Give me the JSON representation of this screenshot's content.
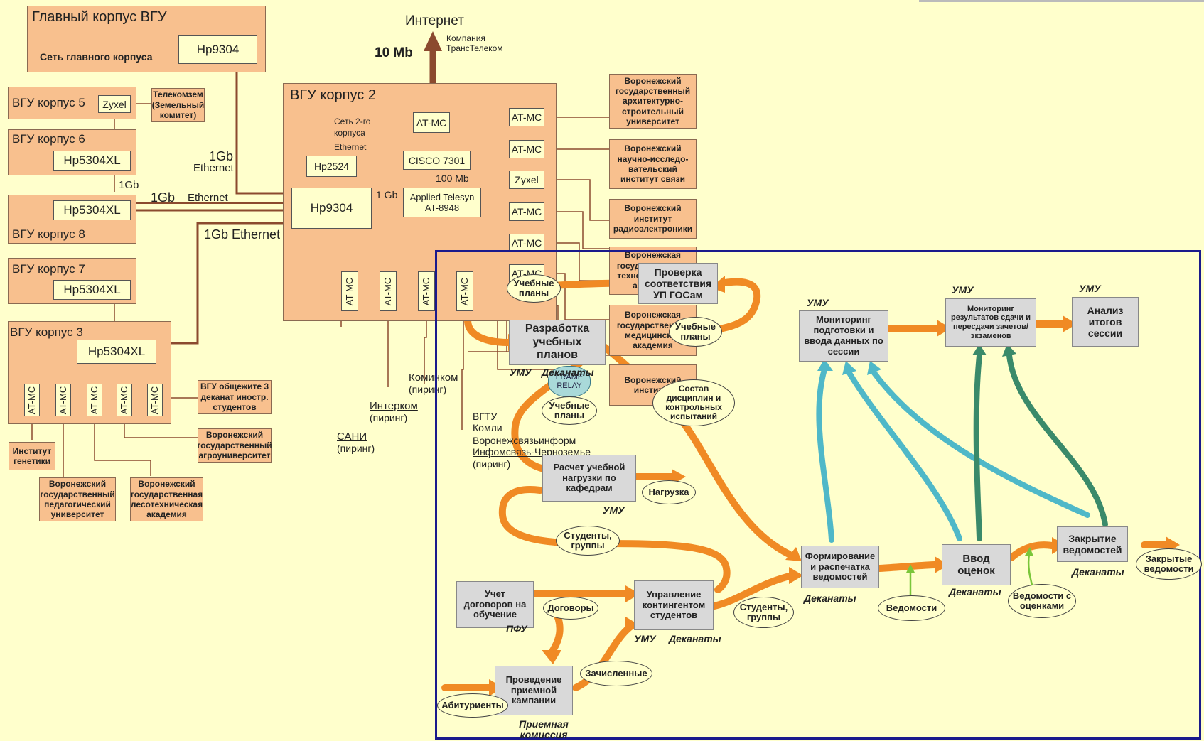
{
  "network": {
    "main": {
      "title": "Главный корпус ВГУ",
      "net": "Сеть главного корпуса",
      "switch": "Hp9304"
    },
    "k5": {
      "title": "ВГУ корпус 5",
      "switch": "Zyxel"
    },
    "telecom": "Телекомзем (Земельный комитет)",
    "k6": {
      "title": "ВГУ корпус 6",
      "switch": "Hp5304XL"
    },
    "k8": {
      "title": "ВГУ корпус 8",
      "switch": "Hp5304XL"
    },
    "k7": {
      "title": "ВГУ корпус 7",
      "switch": "Hp5304XL"
    },
    "k3": {
      "title": "ВГУ корпус 3",
      "switch": "Hp5304XL",
      "ports": [
        "AT-MC",
        "AT-MC",
        "AT-MC",
        "AT-MC",
        "AT-MC"
      ]
    },
    "k3_orgs": [
      "ВГУ общежите 3 деканат иностр. студентов",
      "Институт генетики",
      "Воронежский государственный агроуниверситет",
      "Воронежский государственный педагогический университет",
      "Воронежский государственная лесотехническая академия"
    ],
    "k2": {
      "title": "ВГУ корпус 2",
      "net_lines": [
        "Сеть 2-го",
        "корпуса",
        "Ethernet"
      ],
      "hp2524": "Hp2524",
      "hp9304": "Hp9304",
      "atmc": "AT-MC",
      "cisco": "CISCO 7301",
      "speed": "100 Mb",
      "applied1": "Applied Telesyn",
      "applied2": "AT-8948",
      "gb": "1 Gb",
      "vports": [
        "AT-MC",
        "AT-MC",
        "AT-MC",
        "AT-MC"
      ]
    },
    "right_ports": [
      "AT-MC",
      "AT-MC",
      "Zyxel",
      "AT-MC",
      "AT-MC",
      "AT-MC"
    ],
    "right_orgs": [
      "Воронежский государственный архитектурно-строительный университет",
      "Воронежский научно-исследо-вательский институт связи",
      "Воронежский институт радиоэлектроники",
      "Воронежская государственная технологическая академия",
      "Воронежская государственная медицинская академия",
      "Воронежский институт"
    ],
    "internet": "Интернет",
    "company": "Компания ТрансТелеком",
    "mb10": "10 Mb",
    "links": {
      "gb1": "1Gb",
      "eth1": "Ethernet",
      "gb2": "1Gb",
      "gb3": "1Gb",
      "eth3": "Ethernet",
      "gb4": "1Gb Ethernet"
    },
    "sani": "САНИ",
    "sani_p": "(пиринг)",
    "interkom": "Интерком",
    "interkom_p": "(пиринг)",
    "kominkom": "Коминком",
    "kominkom_p": "(пиринг)",
    "peers": [
      "ВГТУ",
      "Комли",
      "Воронежсвязьинформ",
      "Инфомсвязь-Черноземье",
      "(пиринг)"
    ],
    "frame_relay": "FRAME RELAY"
  },
  "process": {
    "check": "Проверка соответствия УП ГОСам",
    "dev": "Разработка учебных планов",
    "dev_umu": "УМУ",
    "dev_dek": "Деканаты",
    "calc": "Расчет учебной нагрузки по кафедрам",
    "calc_umu": "УМУ",
    "contracts": "Учет договоров на обучение",
    "contracts_pfu": "ПФУ",
    "contingent": "Управление контингентом студентов",
    "contingent_umu": "УМУ",
    "contingent_dek": "Деканаты",
    "admission": "Проведение приемной кампании",
    "admission_by": "Приемная комиссия",
    "formation": "Формирование и распечатка ведомостей",
    "formation_dek": "Деканаты",
    "grades": "Ввод оценок",
    "grades_dek": "Деканаты",
    "closing": "Закрытие ведомостей",
    "closing_dek": "Деканаты",
    "monitoring": "Мониторинг подготовки и ввода данных по сессии",
    "monitoring_umu": "УМУ",
    "monitoring2": "Мониторинг результатов сдачи и пересдачи зачетов/экзаменов",
    "monitoring2_umu": "УМУ",
    "analysis": "Анализ итогов сессии",
    "analysis_umu": "УМУ",
    "ov_plans1": "Учебные планы",
    "ov_plans2": "Учебные планы",
    "ov_plans3": "Учебные планы",
    "ov_composition": "Состав дисциплин и контрольных испытаний",
    "ov_load": "Нагрузка",
    "ov_students": "Студенты, группы",
    "ov_students2": "Студенты, группы",
    "ov_contracts": "Договоры",
    "ov_enrolled": "Зачисленные",
    "ov_applicants": "Абитуриенты",
    "ov_statements": "Ведомости",
    "ov_statements_grades": "Ведомости с оценками",
    "ov_closed": "Закрытые ведомости"
  },
  "colors": {
    "background": "#ffffcc",
    "building": "#f8c08e",
    "wire": "#8b4a2e",
    "process": "#d9d9d9",
    "flow": "#f08a24",
    "monitor": "#4fb8c8",
    "monitor2": "#3a8a6a",
    "frame": "#1a1a8c",
    "small_arrow": "#7ac63a"
  }
}
